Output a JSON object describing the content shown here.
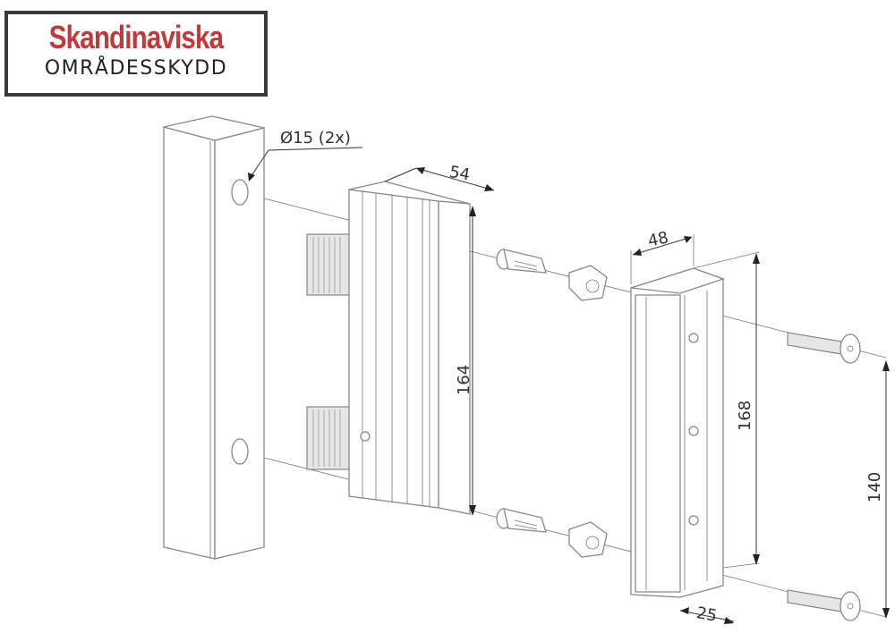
{
  "logo": {
    "brand": "Skandinaviska",
    "subtitle": "OMRÅDESSKYDD",
    "brand_color": "#c0393b"
  },
  "dimensions": {
    "hole": "Ø15 (2x)",
    "keeper_depth": "54",
    "keeper_height": "164",
    "housing_width": "48",
    "housing_height": "168",
    "hole_spacing": "140",
    "housing_depth": "25"
  }
}
